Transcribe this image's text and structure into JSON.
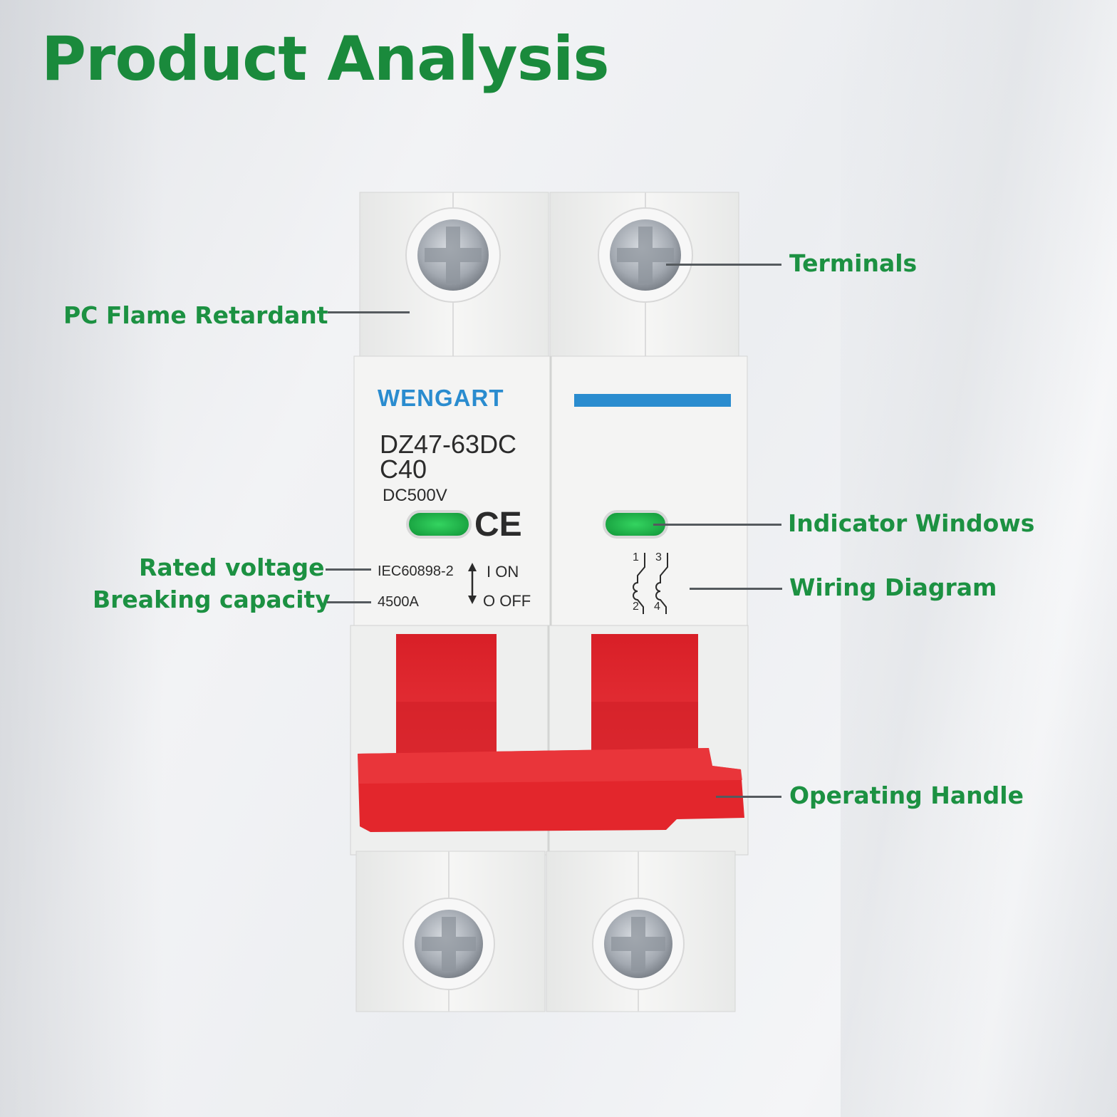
{
  "title": "Product Analysis",
  "labels": {
    "pc_flame_retardant": "PC Flame Retardant",
    "terminals": "Terminals",
    "indicator_windows": "Indicator Windows",
    "rated_voltage": "Rated voltage",
    "breaking_capacity": "Breaking capacity",
    "wiring_diagram": "Wiring Diagram",
    "operating_handle": "Operating Handle"
  },
  "device": {
    "brand": "WENGART",
    "model": "DZ47-63DC",
    "rating": "C40",
    "voltage": "DC500V",
    "ce_mark": "CE",
    "standard": "IEC60898-2",
    "breaking": "4500A",
    "on_label": "I ON",
    "off_label": "O OFF",
    "pole_1": "1",
    "pole_3": "3",
    "pole_2": "2",
    "pole_4": "4",
    "colors": {
      "body": "#f1f2f1",
      "handle": "#e3262c",
      "indicator": "#22b14c",
      "brand": "#2a8ccf",
      "label_green": "#1c9142"
    }
  }
}
